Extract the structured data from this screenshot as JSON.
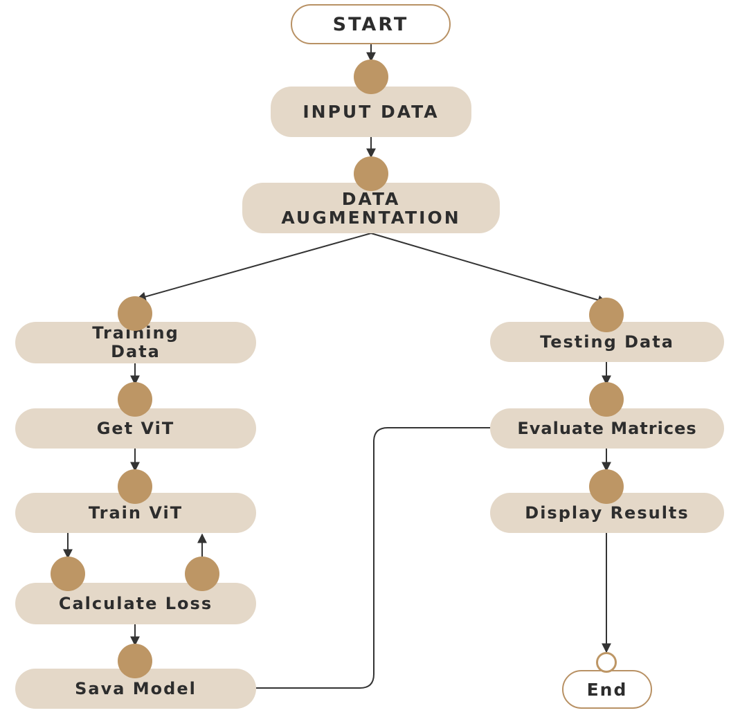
{
  "colors": {
    "node_fill": "#e4d8c8",
    "dot": "#bd9665",
    "line": "#333333",
    "text": "#2d2d2d"
  },
  "nodes": {
    "start": "START",
    "input_data": "INPUT DATA",
    "augmentation_line1": "DATA",
    "augmentation_line2": "AUGMENTATION",
    "training_line1": "Training",
    "training_line2": "Data",
    "get_vit": "Get ViT",
    "train_vit": "Train ViT",
    "calculate_loss": "Calculate Loss",
    "save_model": "Sava Model",
    "testing_data": "Testing Data",
    "evaluate_matrices": "Evaluate Matrices",
    "display_results": "Display Results",
    "end": "End"
  }
}
